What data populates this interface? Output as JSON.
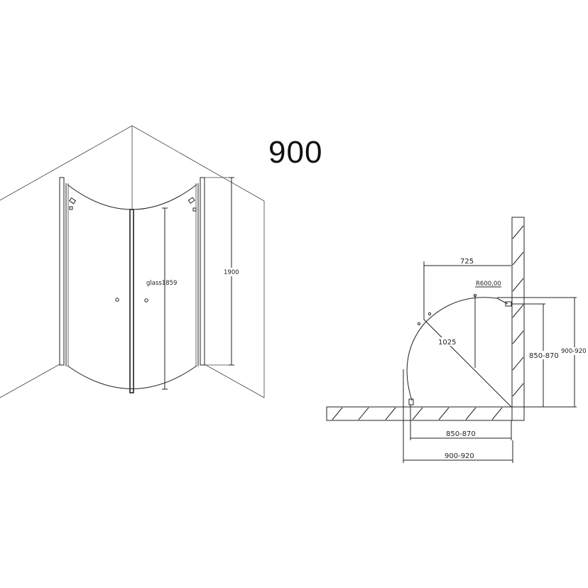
{
  "title": "900",
  "iso_view": {
    "labels": {
      "glass_height": "glass1859",
      "total_height": "1900"
    }
  },
  "plan_view": {
    "labels": {
      "door_width": "725",
      "radius": "R600,00",
      "diagonal": "1025",
      "inner_height": "850-870",
      "outer_height": "900-920",
      "inner_width": "850-870",
      "outer_width": "900-920"
    }
  },
  "colors": {
    "line": "#222222",
    "background": "#ffffff"
  }
}
